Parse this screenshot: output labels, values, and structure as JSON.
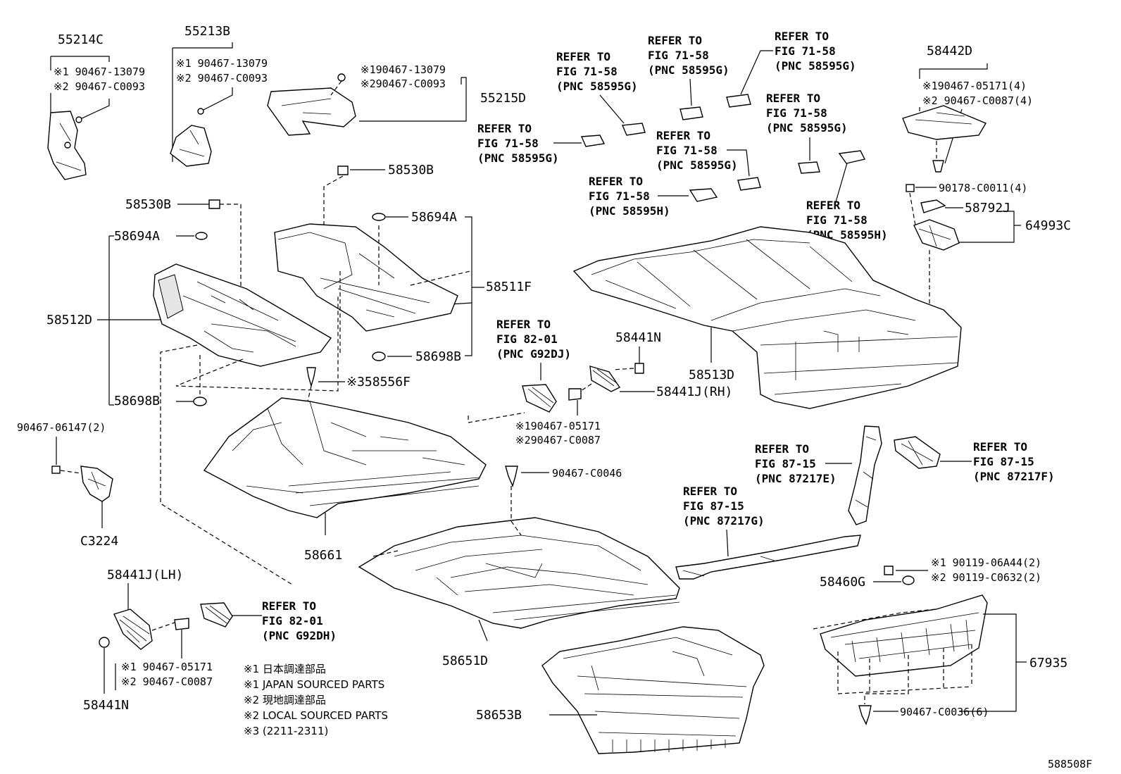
{
  "labels": {
    "p55214C": "55214C",
    "p55213B": "55213B",
    "p55215D": "55215D",
    "p58442D": "58442D",
    "p58530B_a": "58530B",
    "p58530B_b": "58530B",
    "p58694A_a": "58694A",
    "p58694A_b": "58694A",
    "p58511F": "58511F",
    "p58512D": "58512D",
    "p58698B_a": "58698B",
    "p58698B_b": "58698B",
    "p58556F": "※358556F",
    "p58441N_a": "58441N",
    "p58441N_b": "58441N",
    "p58441J_RH": "58441J(RH)",
    "p58441J_LH": "58441J(LH)",
    "p58513D": "58513D",
    "p90178": "90178-C0011(4)",
    "p58792J": "58792J",
    "p64993C": "64993C",
    "p90467_06147": "90467-06147(2)",
    "pC3224": "C3224",
    "p58661": "58661",
    "p90467_C0046": "90467-C0046",
    "p58651D": "58651D",
    "p58653B": "58653B",
    "p58460G": "58460G",
    "p67935": "67935",
    "p90467_C0036": "90467-C0036(6)",
    "figure_id": "588508F"
  },
  "subparts": {
    "s55214C_1": "※1 90467-13079",
    "s55214C_2": "※2 90467-C0093",
    "s55213B_1": "※1 90467-13079",
    "s55213B_2": "※2 90467-C0093",
    "s55215D_1": "※190467-13079",
    "s55215D_2": "※290467-C0093",
    "s58442D_1": "※190467-05171(4)",
    "s58442D_2": "※2 90467-C0087(4)",
    "sRH_1": "※190467-05171",
    "sRH_2": "※290467-C0087",
    "sLH_1": "※1 90467-05171",
    "sLH_2": "※2 90467-C0087",
    "s58460G_1": "※1 90119-06A44(2)",
    "s58460G_2": "※2 90119-C0632(2)"
  },
  "refers": [
    {
      "id": "r1",
      "l1": "REFER TO",
      "l2": "FIG 71-58",
      "l3": "(PNC 58595G)"
    },
    {
      "id": "r2",
      "l1": "REFER TO",
      "l2": "FIG 71-58",
      "l3": "(PNC 58595G)"
    },
    {
      "id": "r3",
      "l1": "REFER TO",
      "l2": "FIG 71-58",
      "l3": "(PNC 58595G)"
    },
    {
      "id": "r4",
      "l1": "REFER TO",
      "l2": "FIG 71-58",
      "l3": "(PNC 58595G)"
    },
    {
      "id": "r5",
      "l1": "REFER TO",
      "l2": "FIG 71-58",
      "l3": "(PNC 58595G)"
    },
    {
      "id": "r6",
      "l1": "REFER TO",
      "l2": "FIG 71-58",
      "l3": "(PNC 58595G)"
    },
    {
      "id": "r7",
      "l1": "REFER TO",
      "l2": "FIG 71-58",
      "l3": "(PNC 58595H)"
    },
    {
      "id": "r8",
      "l1": "REFER TO",
      "l2": "FIG 71-58",
      "l3": "(PNC 58595H)"
    },
    {
      "id": "r9",
      "l1": "REFER TO",
      "l2": "FIG 82-01",
      "l3": "(PNC G92DJ)"
    },
    {
      "id": "r10",
      "l1": "REFER TO",
      "l2": "FIG 82-01",
      "l3": "(PNC G92DH)"
    },
    {
      "id": "r11",
      "l1": "REFER TO",
      "l2": "FIG 87-15",
      "l3": "(PNC 87217E)"
    },
    {
      "id": "r12",
      "l1": "REFER TO",
      "l2": "FIG 87-15",
      "l3": "(PNC 87217F)"
    },
    {
      "id": "r13",
      "l1": "REFER TO",
      "l2": "FIG 87-15",
      "l3": "(PNC 87217G)"
    }
  ],
  "legend": [
    "※1 日本調達部品",
    "※1 JAPAN SOURCED PARTS",
    "※2 現地調達部品",
    "※2 LOCAL SOURCED PARTS",
    "※3 (2211-2311)"
  ]
}
